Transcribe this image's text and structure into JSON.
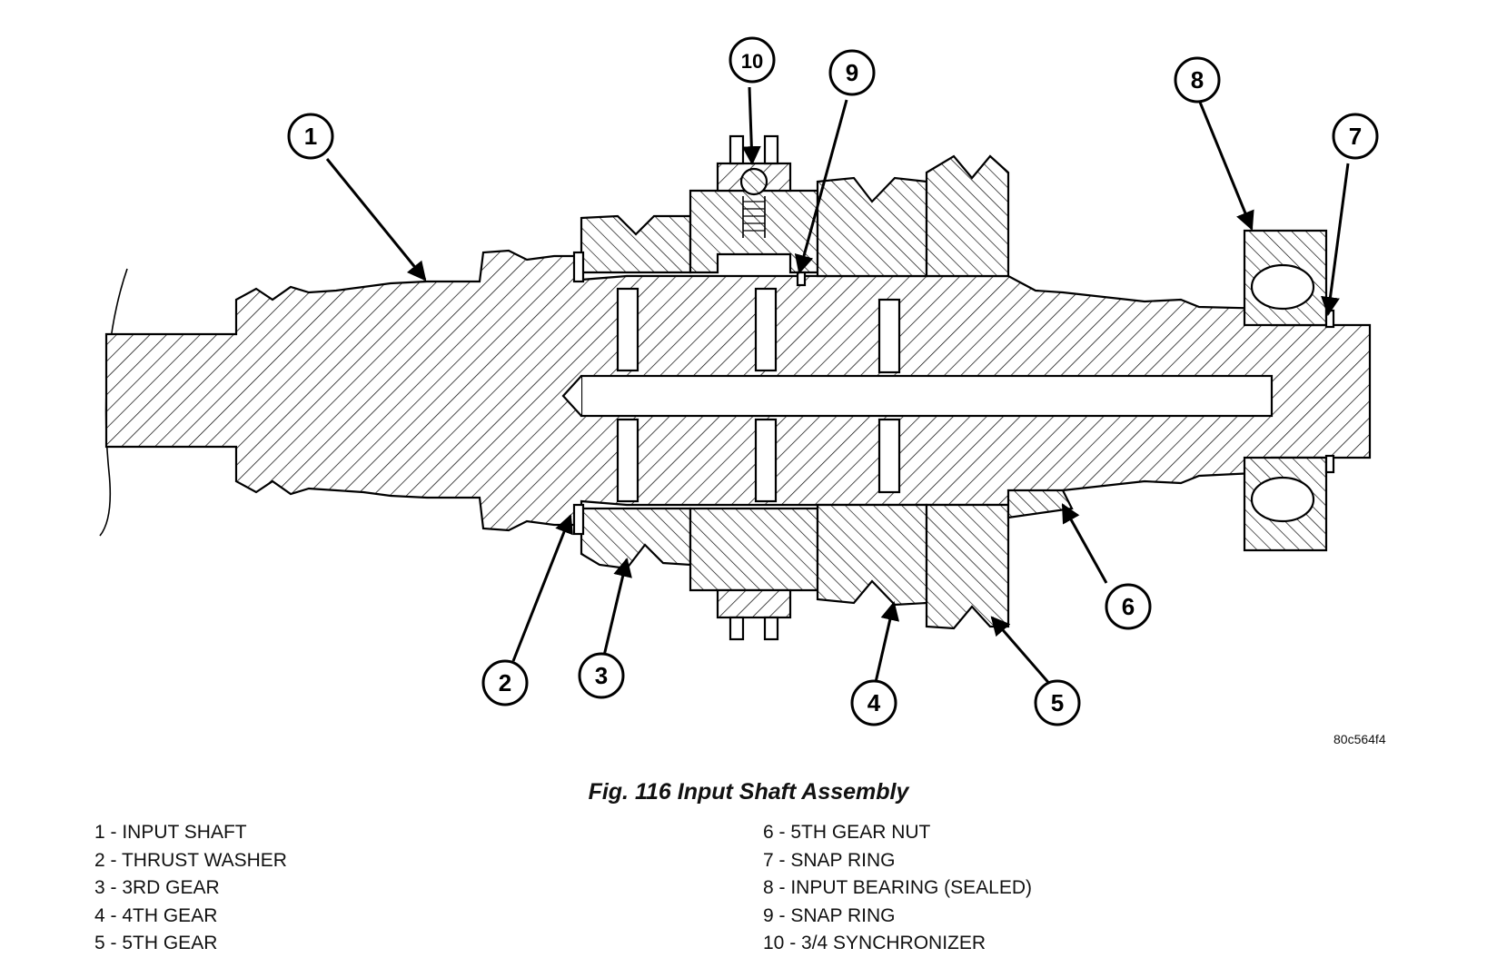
{
  "figure": {
    "code": "80c564f4",
    "caption": "Fig. 116 Input Shaft Assembly"
  },
  "callouts": [
    "1",
    "2",
    "3",
    "4",
    "5",
    "6",
    "7",
    "8",
    "9",
    "10"
  ],
  "legend": {
    "left": [
      "1 - INPUT SHAFT",
      "2 - THRUST WASHER",
      "3 - 3RD GEAR",
      "4 - 4TH GEAR",
      "5 - 5TH GEAR"
    ],
    "right": [
      "6 - 5TH GEAR NUT",
      "7 - SNAP RING",
      "8 - INPUT BEARING (SEALED)",
      "9 - SNAP RING",
      "10 - 3/4 SYNCHRONIZER"
    ]
  }
}
